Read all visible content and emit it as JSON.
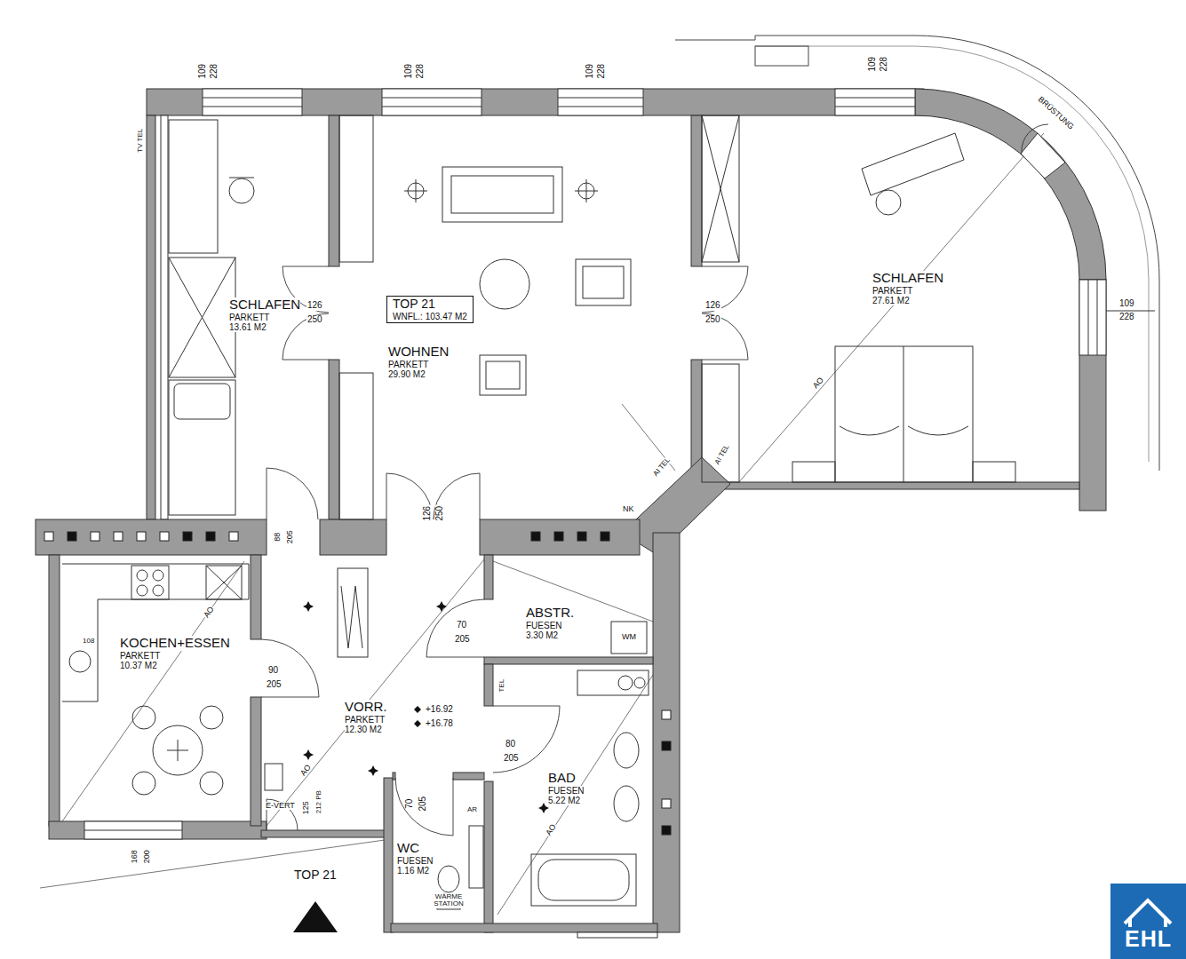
{
  "diagram": {
    "nodes": [
      {
        "text": [
          "SCHLAFEN",
          "PARKETT",
          "13.61 M2"
        ]
      },
      {
        "text": [
          "WOHNEN",
          "PARKETT",
          "29.90 M2"
        ]
      },
      {
        "text": [
          "TOP 21",
          "WNFL.: 103.47 M2"
        ],
        "in": 1
      },
      {
        "text": [
          "SCHLAFEN",
          "PARKETT",
          "27.61 M2"
        ]
      },
      {
        "text": [
          "ABSTR.",
          "FUESEN",
          "3.30 M2"
        ]
      },
      {
        "text": [
          "KOCHEN+ESSEN",
          "PARKETT",
          "10.37 M2"
        ]
      },
      {
        "text": [
          "VORR.",
          "PARKETT",
          "12.30 M2"
        ]
      },
      {
        "text": [
          "BAD",
          "FUESEN",
          "5.22 M2"
        ]
      },
      {
        "text": [
          "WC",
          "FUESEN",
          "1.16 M2"
        ]
      },
      {
        "text": [
          "EHL"
        ]
      }
    ],
    "labels": [
      "109",
      "228",
      "109",
      "228",
      "109",
      "228",
      "109",
      "228",
      "109",
      "228",
      "BRÜSTUNG",
      "TV TEL",
      "126",
      "250",
      "126",
      "250",
      "AI TEL",
      "AI TEL",
      "AO",
      "NK",
      "88",
      "205",
      "126",
      "250",
      "108",
      "AO",
      "90",
      "205",
      "70",
      "205",
      "+16.92",
      "+16.78",
      "TEL",
      "80",
      "205",
      "AO",
      "AO",
      "125",
      "212 PB",
      "E-VERT",
      "70",
      "205",
      "AR",
      "WÄRME STATION",
      "168",
      "200",
      "TOP 21",
      "WM"
    ]
  }
}
